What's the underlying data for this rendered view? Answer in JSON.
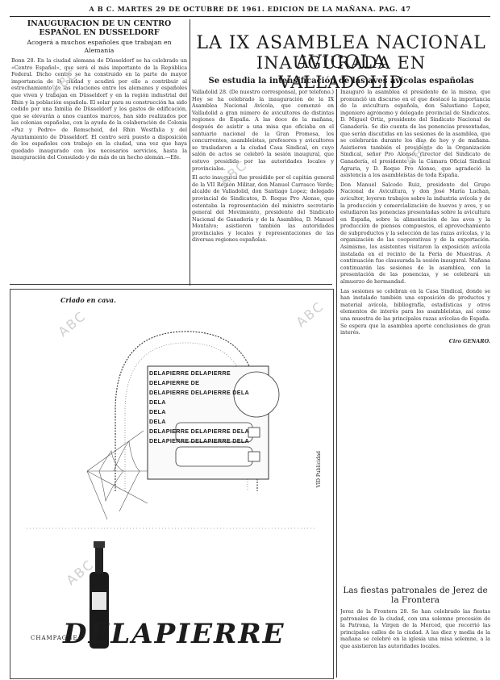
{
  "header": {
    "text": "A B C. MARTES 29 DE OCTUBRE DE 1961. EDICION DE LA MAÑANA. PAG. 47"
  },
  "left_article": {
    "title": "INAUGURACION DE UN CENTRO ESPAÑOL EN DUSSELDORF",
    "subtitle": "Acogerá a muchos españoles que trabajan en Alemania",
    "body": "Bonn 28. En la ciudad alemana de Düsseldorf se ha celebrado un «Centro Español», que será el más importante de la República Federal. Dicho centro se ha construido en la parte de mayor importancia de la ciudad y acudirá por ello a contribuir al estrechamiento de las relaciones entre los alemanes y españoles que viven y trabajan en Düsseldorf y en la región industrial del Rhin y la población española. El solar para su construcción ha sido cedido por una familia de Düsseldorf y los gastos de edificación, que se elevarán a unos cuantos marcos, han sido realizados por las colonias españolas, con la ayuda de la colaboración de Colonia «Paz y Pedro» de Remscheid, del Rhin Westfalia y del Ayuntamiento de Düsseldorf. El centro será puesto a disposición de los españoles con trabajo en la ciudad, una vez que haya quedado inaugurado con los necesarios servicios, hasta la inauguración del Consulado y de más de un hecho alemán.—Efe."
  },
  "main_article": {
    "title_line1": "LA IX ASAMBLEA NACIONAL AVICOLA",
    "title_line2": "INAUGURADA EN VALLADOLID",
    "deck": "Se estudia la intensificación de las aves avícolas españolas",
    "col1": "Valladolid 28. (De nuestro corresponsal, por telefono.) Hoy se ha celebrado la inauguración de la IX Asamblea Nacional Avícola, que comenzó en Valladolid a gran número de avicultores de distintas regiones de España. A las doce de la mañana, después de asistir a una misa que oficiaba en el santuario nacional de la Gran Promesa, los concurrentes, asambleístas, profesores y avicultores se trasladaron a la ciudad Casa Sindical, en cuyo salón de actos se celebró la sesión inaugural, que estuvo presidida por las autoridades locales y provinciales.",
    "col2": "El acto inaugural fue presidido por el capitán general de la VII Región Militar, don Manuel Carrasco Verde; alcalde de Valladolid, don Santiago Lopez; delegado provincial de Sindicatos, D. Roque Pro Alonso, que ostentaba la representación del ministro secretario general del Movimiento, presidente del Sindicato Nacional de Ganadería y de la Asamblea, D. Manuel Montalvo; asistieron también las autoridades provinciales y locales y representaciones de las diversas regiones españolas.",
    "col3": "Inauguró la asamblea el presidente de la misma, que pronunció un discurso en el que destacó la importancia de la avicultura española, don Salustiano Lopez, ingeniero agrónomo y delegado provincial de Sindicatos. D. Miguel Ortiz, presidente del Sindicato Nacional de Ganadería. Se dio cuenta de las ponencias presentadas, que serán discutidas en las sesiones de la asamblea, que se celebrarán durante los días de hoy y de mañana. Asistieron también el presidente de la Organización Sindical, señor Pro Alonso, director del Sindicato de Ganadería, el presidente de la Cámara Oficial Sindical Agraria, y D. Roque Pro Alonso, que agradeció la asistencia a los asambleístas de toda España.",
    "col3b": "Don Manuel Salcedo Ruiz, presidente del Grupo Nacional de Avicultura, y don José María Luchan, avicultor, leyeron trabajos sobre la industria avícola y de la producción y comercialización de huevos y aves, y se estudiaron las ponencias presentadas sobre la avicultura en España, sobre la alimentación de las aves y la producción de piensos compuestos, el aprovechamiento de subproductos y la selección de las razas avícolas, y la organización de las cooperativas y de la exportación. Asimismo, los asistentes visitaron la exposición avícola instalada en el recinto de la Feria de Muestras. A continuación fue clausurada la sesión inaugural. Mañana continuarán las sesiones de la asamblea, con la presentación de las ponencias, y se celebrará un almuerzo de hermandad.",
    "col3c": "Las sesiones se celebran en la Casa Sindical, donde se han instalado también una exposición de productos y material avícola, bibliografía, estadísticas y otros elementos de interés para los asambleístas, así como una muestra de las principales razas avícolas de España. Se espera que la asamblea aporte conclusiones de gran interés.",
    "signature": "Ciro GENARO."
  },
  "right_article": {
    "title": "Las fiestas patronales de Jerez de la Frontera",
    "body": "Jerez de la Frontera 28. Se han celebrado las fiestas patronales de la ciudad, con una solemne procesión de la Patrona, la Virgen de la Merced, que recorrió las principales calles de la ciudad. A las diez y media de la mañana se celebró en la iglesia una misa solemne, a la que asistieron las autoridades locales."
  },
  "advertisement": {
    "caption": "Criado en cava.",
    "side_text": "VID Publicidad",
    "brand": "DELAPIERRE",
    "brand_prefix": "CHAMPAGNE",
    "box_lines": [
      "DELAPIERRE DELAPIERRE DELAPIERRE DE",
      "DELAPIERRE DELAPIERRE DELA",
      "DELA",
      "DELA",
      "DELA",
      "DELAPIERRE DELAPIERRE DELA",
      "DELAPIERRE DELAPIERRE DELA"
    ]
  },
  "watermarks": [
    "ABC",
    "ABC",
    "ABC",
    "ABC",
    "ABC",
    "ABC"
  ]
}
